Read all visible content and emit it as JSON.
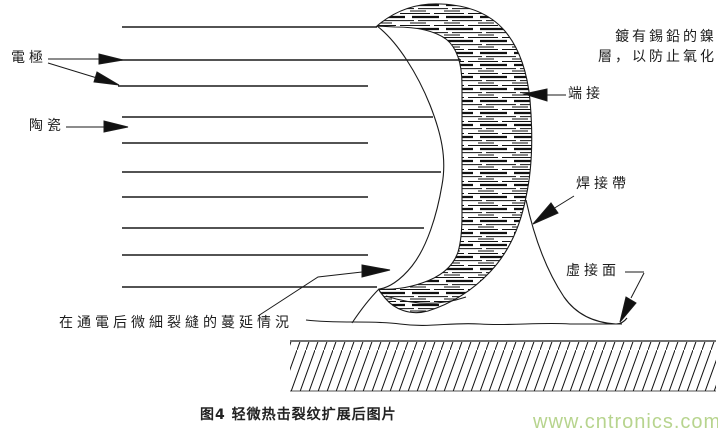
{
  "diagram": {
    "background": "#ffffff",
    "line_color": "#1a1a1a",
    "labels": {
      "electrode": "電極",
      "ceramic": "陶瓷",
      "plating_line1": "鍍有錫鉛的鎳",
      "plating_line2": "層，以防止氧化",
      "termination": "端接",
      "solder_band": "焊接帶",
      "false_joint_surface": "虛接面",
      "crack_note": "在通電后微細裂縫的蔓延情況"
    },
    "caption": "图4 轻微热击裂纹扩展后图片",
    "watermark": {
      "text": "www.cntronics.com",
      "color": "#b7d48e"
    }
  }
}
